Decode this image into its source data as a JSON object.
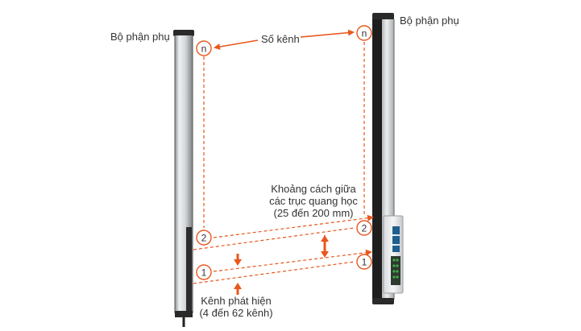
{
  "labels": {
    "sub_unit_left": "Bộ phận phụ",
    "sub_unit_right": "Bộ phận phụ",
    "channel_number": "Số kênh",
    "optical_axis_pitch": [
      "Khoảng cách giữa",
      "các trục quang học",
      "(25 đến 200 mm)"
    ],
    "detection_channels": [
      "Kênh phát hiện",
      "(4 đến 62 kênh)"
    ]
  },
  "markers": {
    "top": "n",
    "second": "2",
    "first": "1"
  },
  "colors": {
    "accent": "#e8571c",
    "text": "#333333",
    "housing": "#d9dcdf",
    "housing_dark": "#1e1e1e"
  }
}
